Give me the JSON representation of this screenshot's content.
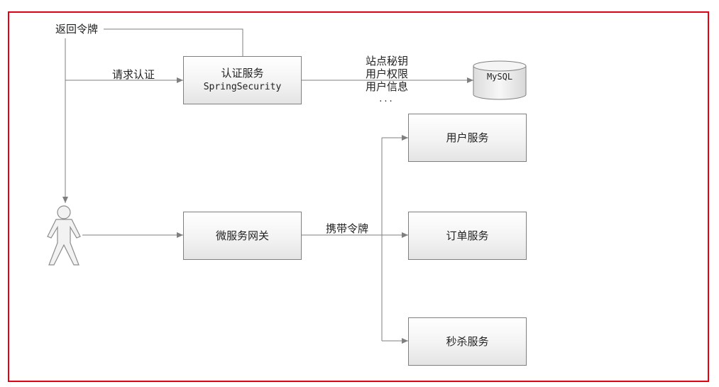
{
  "diagram": {
    "boxes": {
      "auth": {
        "line1": "认证服务",
        "line2": "SpringSecurity"
      },
      "gateway": "微服务网关",
      "user_service": "用户服务",
      "order_service": "订单服务",
      "seckill_service": "秒杀服务"
    },
    "database": "MySQL",
    "labels": {
      "return_token": "返回令牌",
      "request_auth": "请求认证",
      "carry_token": "携带令牌"
    },
    "db_items": [
      "站点秘钥",
      "用户权限",
      "用户信息",
      "..."
    ]
  },
  "colors": {
    "frame_border": "#e60012",
    "line": "#7f7f7f",
    "box_border": "#7f7f7f"
  }
}
